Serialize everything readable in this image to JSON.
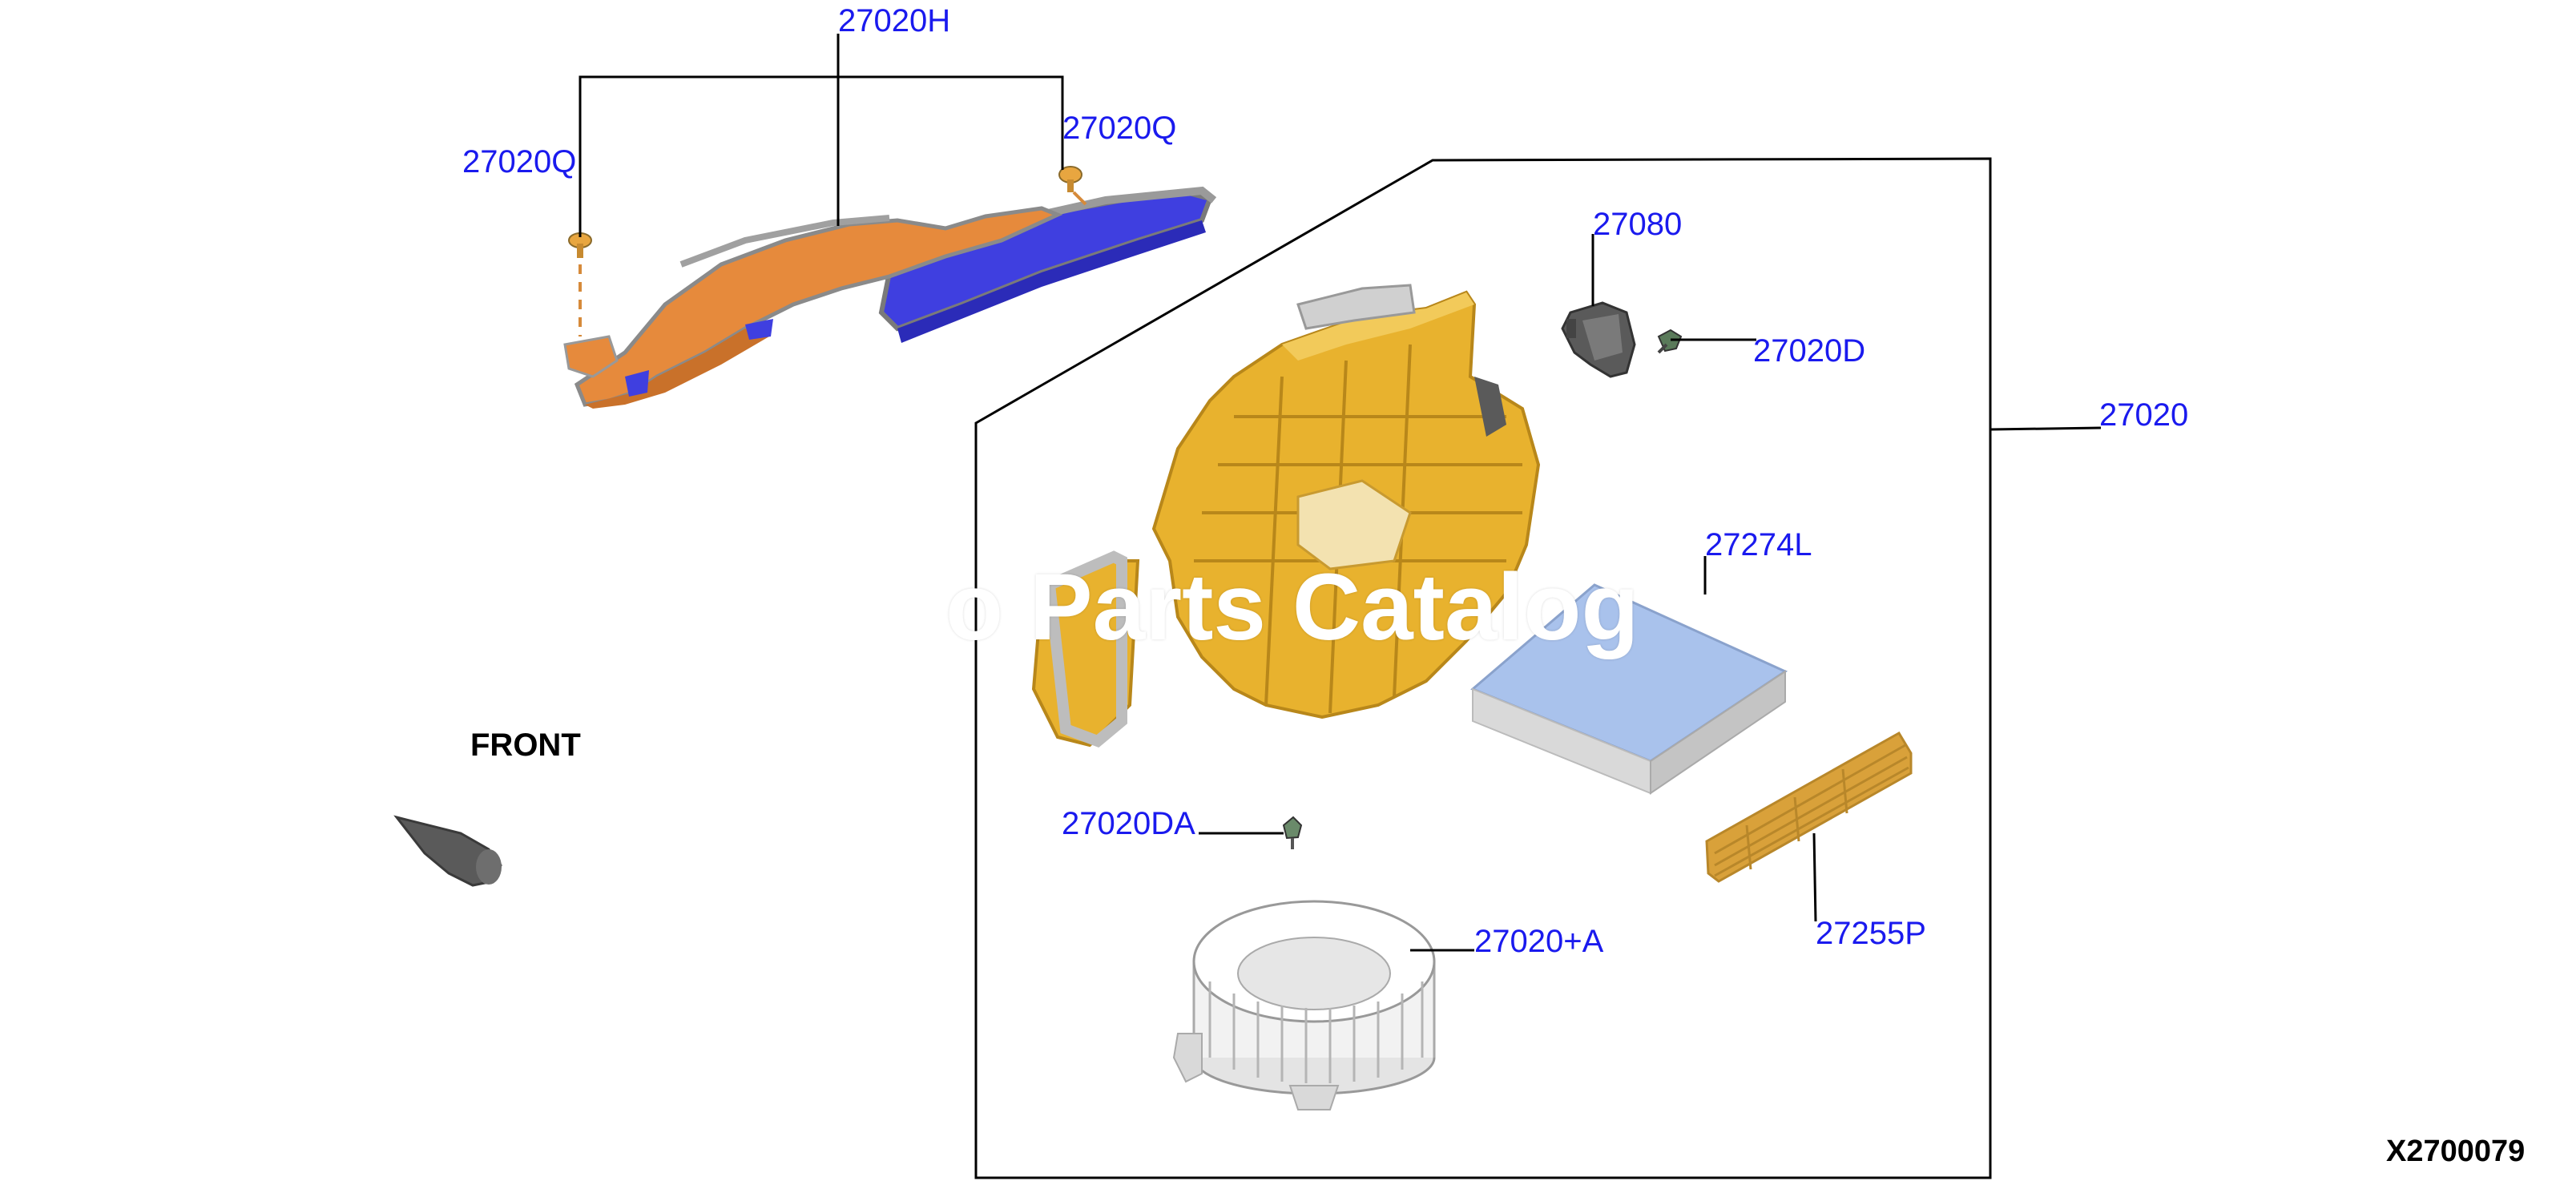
{
  "colors": {
    "callout_text": "#1a1aee",
    "leader_line": "#000000",
    "housing": "#e8b22e",
    "duct_orange": "#e68a3c",
    "duct_blue": "#3f3fe0",
    "filter_top": "#a9c2ec",
    "filter_side": "#d9d9d9",
    "blower_fan": "#dcdcdc",
    "grille": "#d9a13a",
    "motor_dark": "#5a5a5a",
    "watermark": "#ffffff"
  },
  "callouts": {
    "duct_assembly": "27020H",
    "clip_left": "27020Q",
    "clip_right": "27020Q",
    "resistor": "27080",
    "resistor_screw": "27020D",
    "blower_unit": "27020",
    "filter": "27274L",
    "filter_screw": "27020DA",
    "blower_fan": "27020+A",
    "filter_cover": "27255P"
  },
  "front_label": "FRONT",
  "watermark_text": "o Parts Catalog",
  "diagram_code": "X2700079"
}
